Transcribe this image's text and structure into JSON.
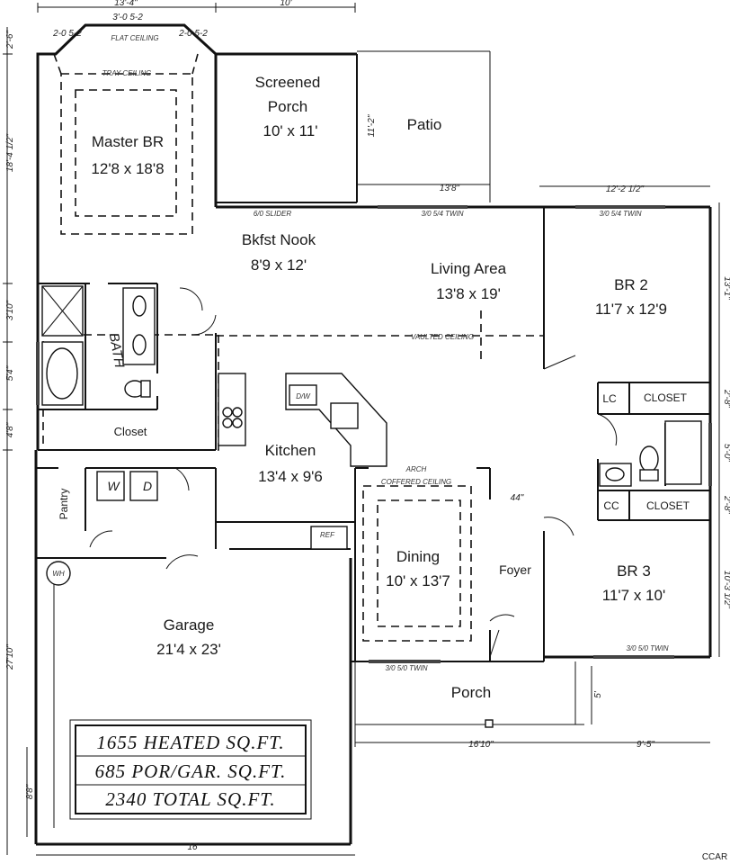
{
  "rooms": {
    "master_br": {
      "name": "Master BR",
      "dim": "12'8 x 18'8"
    },
    "screened_porch": {
      "name_line1": "Screened",
      "name_line2": "Porch",
      "dim": "10' x 11'"
    },
    "patio": {
      "name": "Patio"
    },
    "bkfst_nook": {
      "name": "Bkfst Nook",
      "dim": "8'9 x 12'"
    },
    "living_area": {
      "name": "Living Area",
      "dim": "13'8 x 19'"
    },
    "br2": {
      "name": "BR 2",
      "dim": "11'7 x 12'9"
    },
    "br3": {
      "name": "BR 3",
      "dim": "11'7 x 10'"
    },
    "kitchen": {
      "name": "Kitchen",
      "dim": "13'4 x 9'6"
    },
    "dining": {
      "name": "Dining",
      "dim": "10' x 13'7"
    },
    "garage": {
      "name": "Garage",
      "dim": "21'4 x 23'"
    },
    "porch": {
      "name": "Porch"
    },
    "foyer": {
      "name": "Foyer"
    },
    "bath": {
      "name": "BATH"
    },
    "closet_master": {
      "name": "Closet"
    },
    "pantry": {
      "name": "Pantry"
    }
  },
  "labels": {
    "closet_br2": "CLOSET",
    "closet_br3": "CLOSET",
    "lc": "LC",
    "cc": "CC",
    "wd_w": "W",
    "wd_d": "D",
    "dw": "D/W",
    "ref": "REF",
    "wh": "WH",
    "tray_ceiling": "TRAY CEILING",
    "flat_ceiling": "FLAT CEILING",
    "vaulted_ceiling": "VAULTED CEILING",
    "coffered_ceiling": "COFFERED CEILING",
    "arch": "ARCH",
    "sliders": "6/0 SLIDER",
    "twin_top": "3/0 5/4 TWIN",
    "twin_br2": "3/0 5/4 TWIN",
    "twin_br3": "3/0 5/0 TWIN",
    "twin_porch": "3/0 5/0 TWIN",
    "watermark": "CCAR"
  },
  "dimensions": {
    "top_master": "13'-4\"",
    "top_master_sub": "3'-0 5-2",
    "top_screened": "10'",
    "left_top": "2'-6\"",
    "left_master": "18'-4 1/2\"",
    "left_bath1": "3'10\"",
    "left_bath2": "5'4\"",
    "left_closet": "4'8\"",
    "left_garage": "27'10\"",
    "patio_left": "11'-2\"",
    "patio_bottom": "13'8\"",
    "right_top": "12'-2 1/2\"",
    "right_br2": "13'-1\"",
    "right_28a": "2'-8\"",
    "right_50": "5'-0\"",
    "right_28b": "2'-8\"",
    "right_br3": "10'-3 1/2\"",
    "foyer_44": "44\"",
    "porch_5": "5'",
    "porch_1610": "16'10\"",
    "porch_95": "9'-5\"",
    "garage_88": "8'8\"",
    "garage_16": "16'",
    "chamfer_left": "2-0 5-2",
    "chamfer_right": "2-0 5-2"
  },
  "summary": {
    "heated": "1655 HEATED SQ.FT.",
    "porch_garage": "685 POR/GAR. SQ.FT.",
    "total": "2340 TOTAL SQ.FT."
  }
}
